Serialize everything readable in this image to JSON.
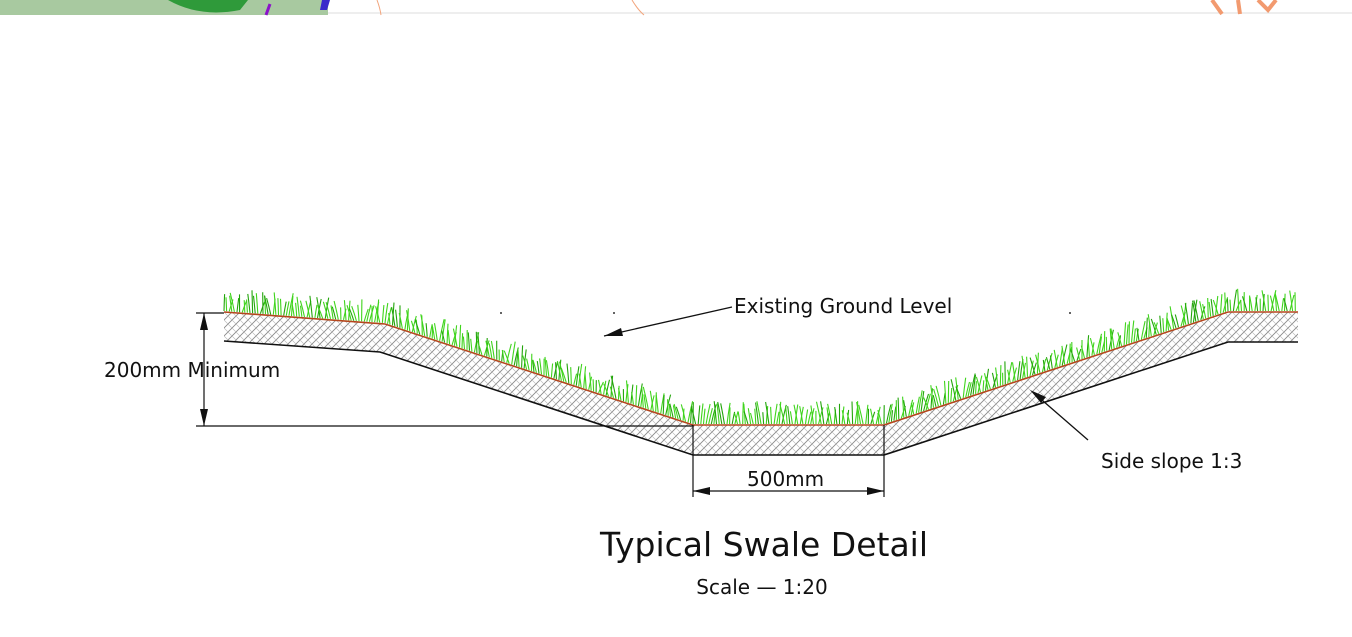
{
  "labels": {
    "existing_ground": "Existing Ground Level",
    "depth": "200mm Minimum",
    "side_slope": "Side slope 1:3",
    "base_width": "500mm"
  },
  "title": {
    "main": "Typical Swale Detail",
    "scale": "Scale  —  1:20"
  },
  "colors": {
    "line": "#111111",
    "grass": "#3fd41c",
    "grass_dark": "#22a50a",
    "topsoil_edge": "#b5461d",
    "hatch": "#8a8a8a",
    "top_strip_green": "#a8c9a0",
    "top_strip_orange": "#f29a6f",
    "top_strip_purple": "#8b12c9"
  }
}
